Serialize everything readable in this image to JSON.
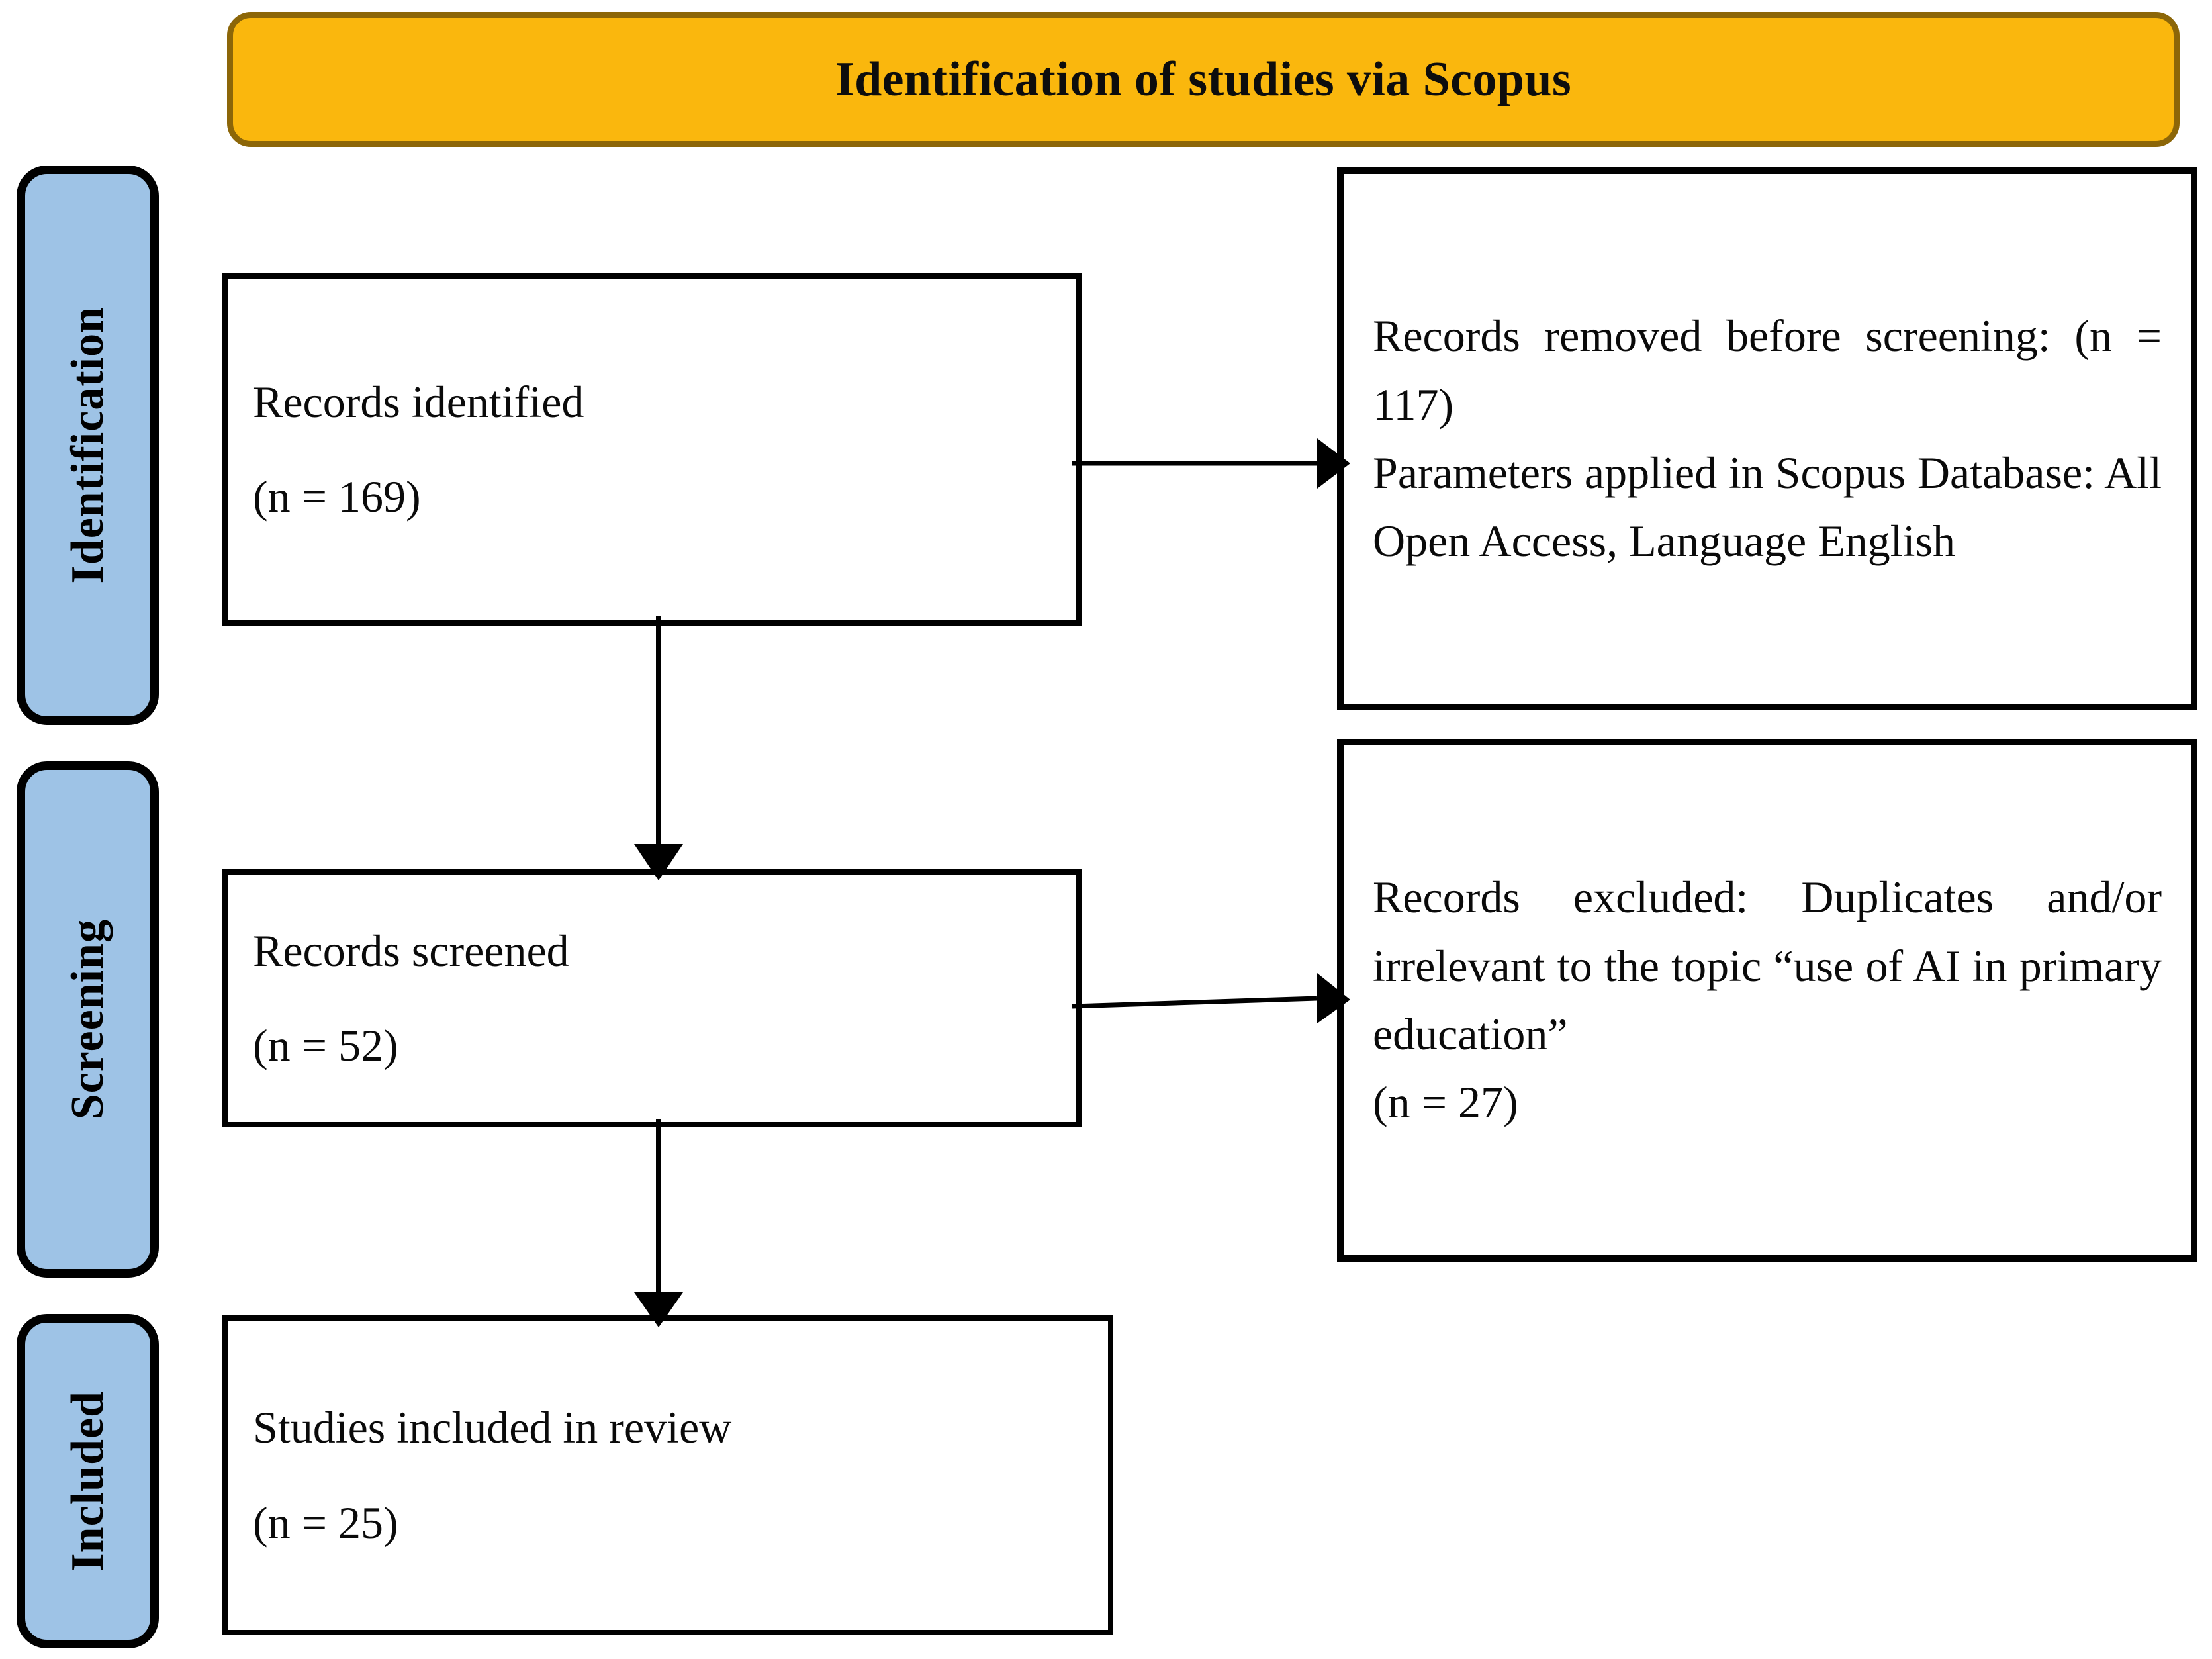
{
  "banner": {
    "title": "Identification of studies via Scopus",
    "fill_color": "#FAB70D",
    "border_color": "#8C6608"
  },
  "stages": [
    {
      "id": "identification",
      "label": "Identification"
    },
    {
      "id": "screening",
      "label": "Screening"
    },
    {
      "id": "included",
      "label": "Included"
    }
  ],
  "stage_fill_color": "#9EC3E6",
  "boxes": {
    "records_identified": {
      "line1": "Records identified",
      "line2": "(n = 169)"
    },
    "records_screened": {
      "line1": "Records screened",
      "line2": "(n = 52)"
    },
    "studies_included": {
      "line1": "Studies included in review",
      "line2": "(n = 25)"
    },
    "records_removed": {
      "line1": "Records removed before screening: (n = 117)",
      "line2": "Parameters applied in Scopus Database: All Open Access, Language English"
    },
    "records_excluded": {
      "line1": "Records excluded: Duplicates and/or irrelevant to the topic “use of AI in primary education”",
      "line2": "(n = 27)"
    }
  },
  "flow_data": {
    "type": "prisma-flow",
    "source": "Scopus",
    "nodes": [
      {
        "id": "records_identified",
        "stage": "Identification",
        "label": "Records identified",
        "n": 169
      },
      {
        "id": "records_removed",
        "stage": "Identification",
        "label": "Records removed before screening",
        "n": 117
      },
      {
        "id": "records_screened",
        "stage": "Screening",
        "label": "Records screened",
        "n": 52
      },
      {
        "id": "records_excluded",
        "stage": "Screening",
        "label": "Records excluded: Duplicates and/or irrelevant to the topic",
        "n": 27
      },
      {
        "id": "studies_included",
        "stage": "Included",
        "label": "Studies included in review",
        "n": 25
      }
    ],
    "edges": [
      {
        "from": "records_identified",
        "to": "records_removed",
        "direction": "right"
      },
      {
        "from": "records_identified",
        "to": "records_screened",
        "direction": "down"
      },
      {
        "from": "records_screened",
        "to": "records_excluded",
        "direction": "right"
      },
      {
        "from": "records_screened",
        "to": "studies_included",
        "direction": "down"
      }
    ]
  }
}
